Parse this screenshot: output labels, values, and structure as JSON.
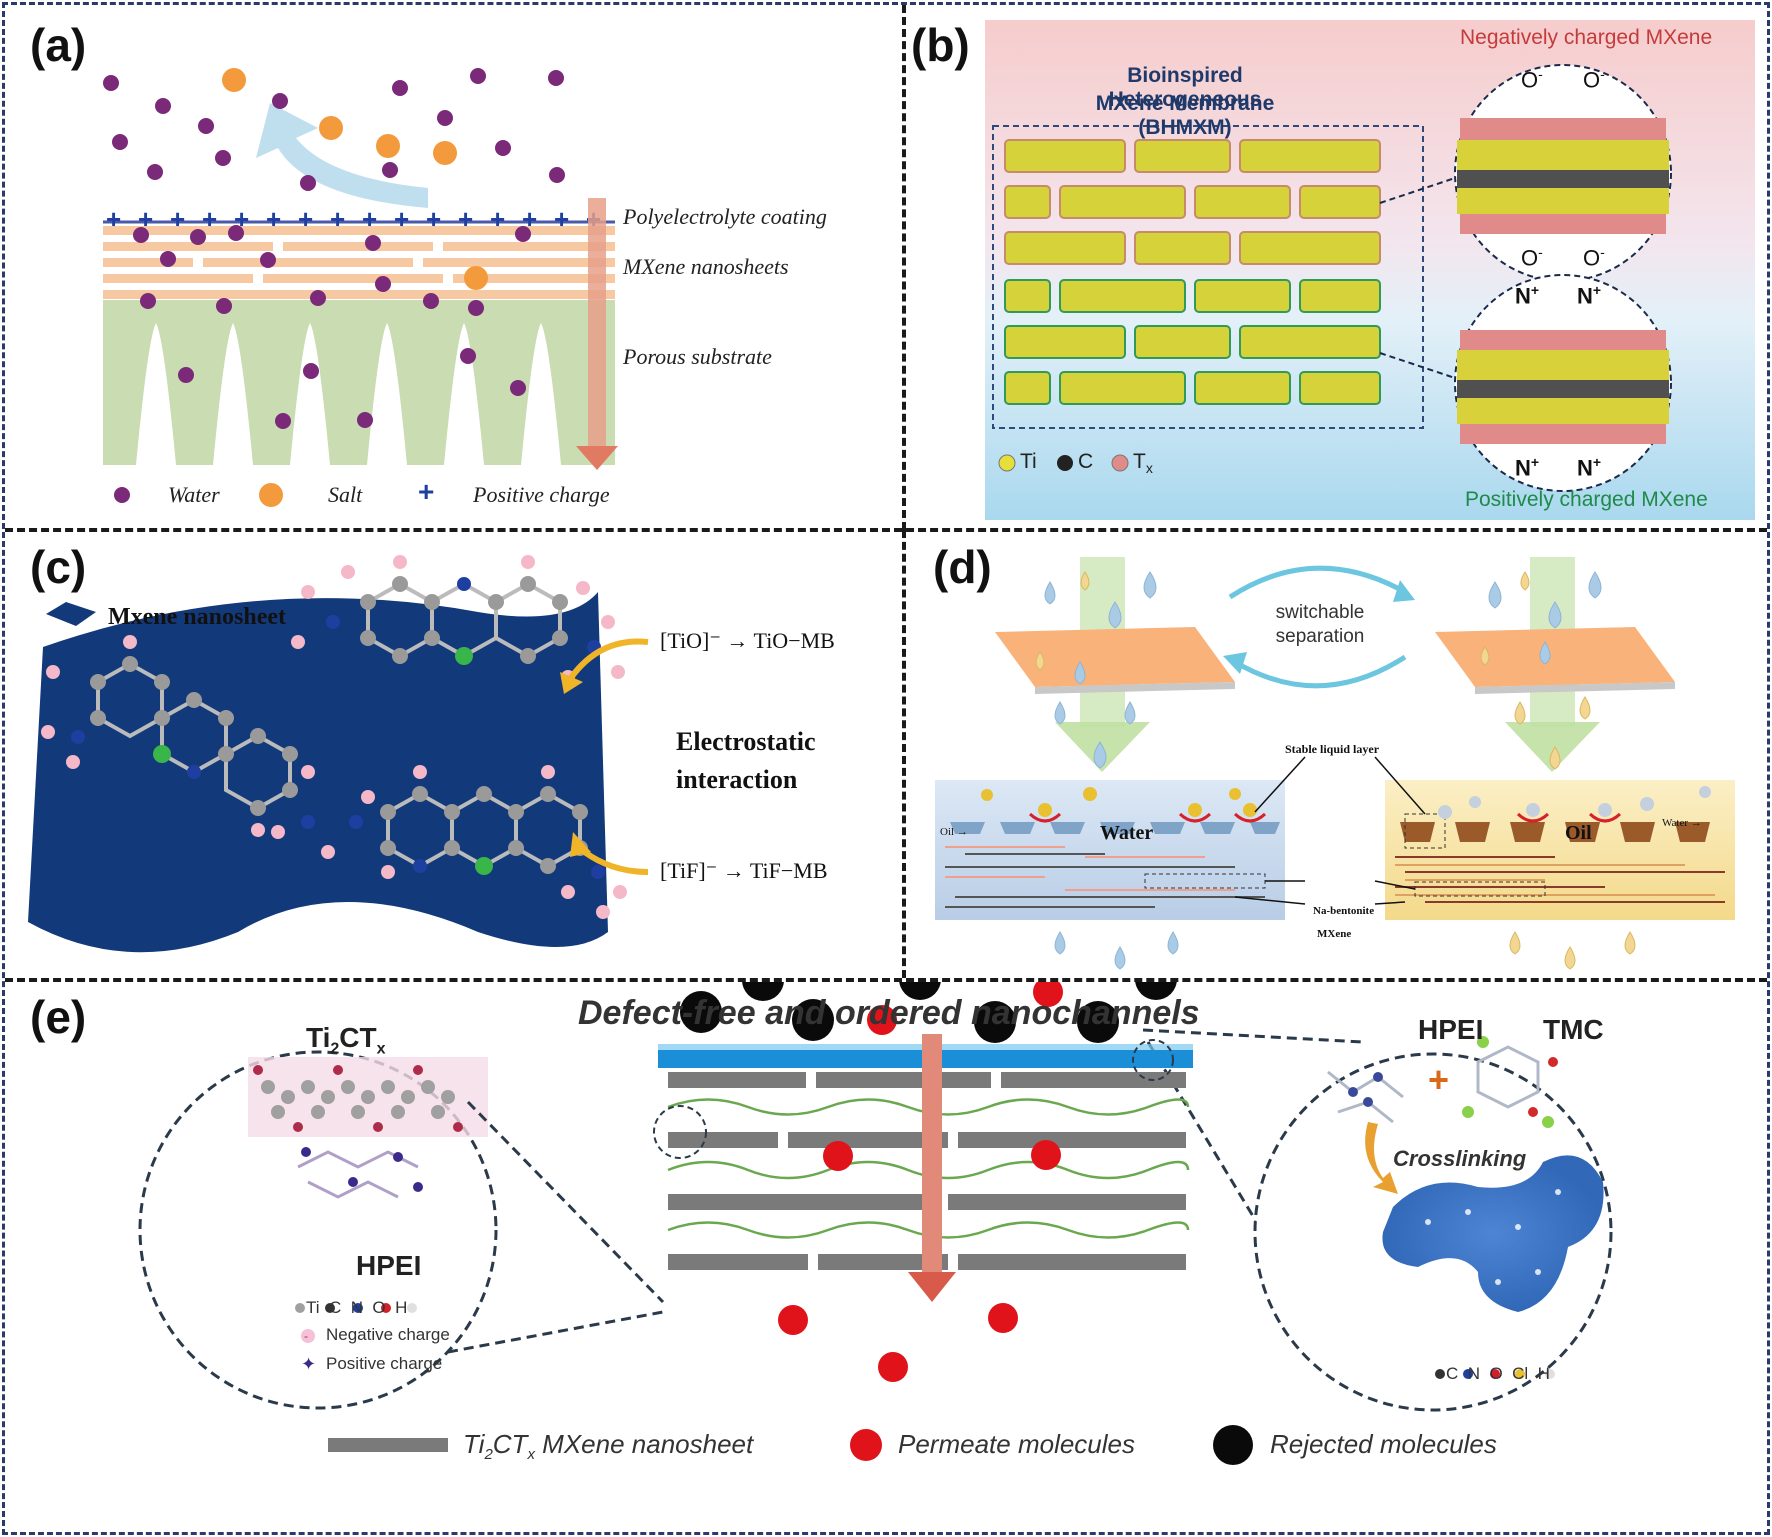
{
  "panels": {
    "a": {
      "label": "(a)",
      "layers": {
        "coating": "Polyelectrolyte coating",
        "nanosheets": "MXene nanosheets",
        "substrate": "Porous substrate"
      },
      "legend": {
        "water": "Water",
        "salt": "Salt",
        "charge": "Positive charge",
        "charge_symbol": "+"
      }
    },
    "b": {
      "label": "(b)",
      "title_line1": "Bioinspired Heterogeneous",
      "title_line2": "MXene Membrane (BHMXM)",
      "negative": "Negatively charged MXene",
      "positive": "Positively charged MXene",
      "o_minus": "O",
      "o_minus_sup": "-",
      "n_plus": "N",
      "n_plus_sup": "+",
      "legend": {
        "ti": "Ti",
        "c": "C",
        "tx": "T",
        "tx_sub": "x"
      }
    },
    "c": {
      "label": "(c)",
      "nanosheet": "Mxene nanosheet",
      "tio": "[TiO]⁻ → TiO−MB",
      "tif": "[TiF]⁻ → TiF−MB",
      "interaction_line1": "Electrostatic",
      "interaction_line2": "interaction"
    },
    "d": {
      "label": "(d)",
      "switch_line1": "switchable",
      "switch_line2": "separation",
      "stable": "Stable liquid layer",
      "water": "Water",
      "oil": "Oil",
      "oil_arrow": "Oil",
      "water_arrow": "Water",
      "bentonite": "Na-bentonite",
      "mxene": "MXene"
    },
    "e": {
      "label": "(e)",
      "title": "Defect-free and ordered nanochannels",
      "ti2ctx": "Ti",
      "ti2ctx_sub1": "2",
      "ti2ctx_mid": "CT",
      "ti2ctx_sub2": "x",
      "hpei_left": "HPEI",
      "hpei_right": "HPEI",
      "tmc": "TMC",
      "crosslinking": "Crosslinking",
      "left_elements": "Ti  C  N  O  H",
      "right_elements": "C  N  O  Cl  H",
      "negative": "Negative charge",
      "positive": "Positive charge",
      "legend_sheet_pre": "Ti",
      "legend_sheet_sub1": "2",
      "legend_sheet_mid": "CT",
      "legend_sheet_sub2": "x",
      "legend_sheet_post": " MXene nanosheet",
      "legend_permeate": "Permeate molecules",
      "legend_rejected": "Rejected molecules"
    }
  },
  "colors": {
    "water_dot": "#7a2a78",
    "salt_dot": "#f39a3c",
    "charge": "#1f3fa0",
    "substrate": "#c9dcb2",
    "nanosheet": "#f6c9a3",
    "mxene_blue": "#123a7a",
    "permeate": "#e0131a",
    "rejected": "#0a0a0a",
    "sheet_gray": "#7a7a7a",
    "green_wave": "#6aa84f"
  }
}
